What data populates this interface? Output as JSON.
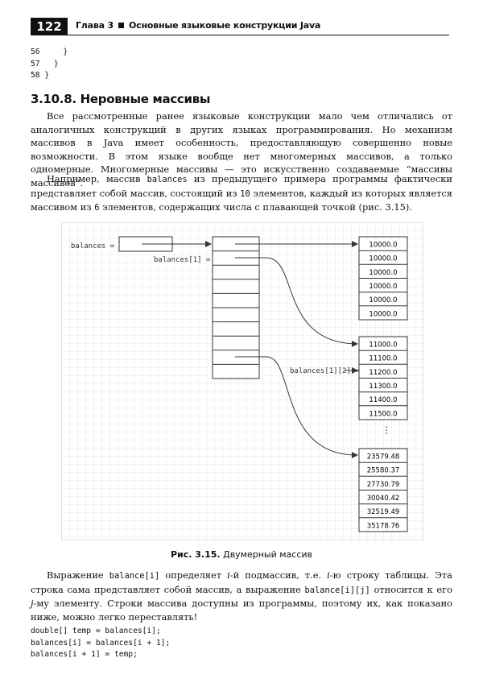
{
  "header": {
    "page_number": "122",
    "chapter": "Глава 3",
    "chapter_title": "Основные языковые конструкции Java"
  },
  "code_top": "56     }\n57   }\n58 }",
  "section": {
    "title": "3.10.8. Неровные массивы"
  },
  "paragraph1": "Все рассмотренные ранее языковые конструкции мало чем отличались от аналогичных конструкций в других языках программирования. Но механизм массивов в Java имеет особенность, предоставляющую совершенно новые возможности. В этом языке вообще нет многомерных массивов, а только одномерные. Многомерные массивы — это искусственно создаваемые “массивы массивов”.",
  "paragraph2": {
    "part1": "Например, массив ",
    "code1": "balances",
    "part2": " из предыдущего примера программы фактически представляет собой массив, состоящий из ",
    "code2": "10",
    "part3": " элементов, каждый из которых является массивом из ",
    "code3": "6",
    "part4": " элементов, содержащих числа с плавающей точкой (рис. 3.15)."
  },
  "figure": {
    "labels": {
      "balances": "balances =",
      "balances_1": "balances[1] =",
      "balances_1_2": "balances[1][2] ="
    },
    "array_first": [
      "10000.0",
      "10000.0",
      "10000.0",
      "10000.0",
      "10000.0",
      "10000.0"
    ],
    "array_second": [
      "11000.0",
      "11100.0",
      "11200.0",
      "11300.0",
      "11400.0",
      "11500.0"
    ],
    "array_last": [
      "23579.48",
      "25580.37",
      "27730.79",
      "30040.42",
      "32519.49",
      "35178.76"
    ],
    "ellipsis": "⋮",
    "caption_label": "Рис. 3.15.",
    "caption_text": "Двумерный массив"
  },
  "paragraph3": {
    "s1": "Выражение ",
    "c1": "balance[i]",
    "s2": " определяет ",
    "i1": "i",
    "s3": "-й подмассив, т.е. ",
    "i2": "i",
    "s4": "-ю строку таблицы. Эта строка сама представляет собой массив, а выражение ",
    "c2": "balance[i][j]",
    "s5": " относится к его ",
    "i3": "j",
    "s6": "-му элементу. Строки массива доступны из программы, поэтому их, как показано ниже, можно легко переставлять!"
  },
  "code_bottom": "double[] temp = balances[i];\nbalances[i] = balances[i + 1];\nbalances[i + 1] = temp;"
}
